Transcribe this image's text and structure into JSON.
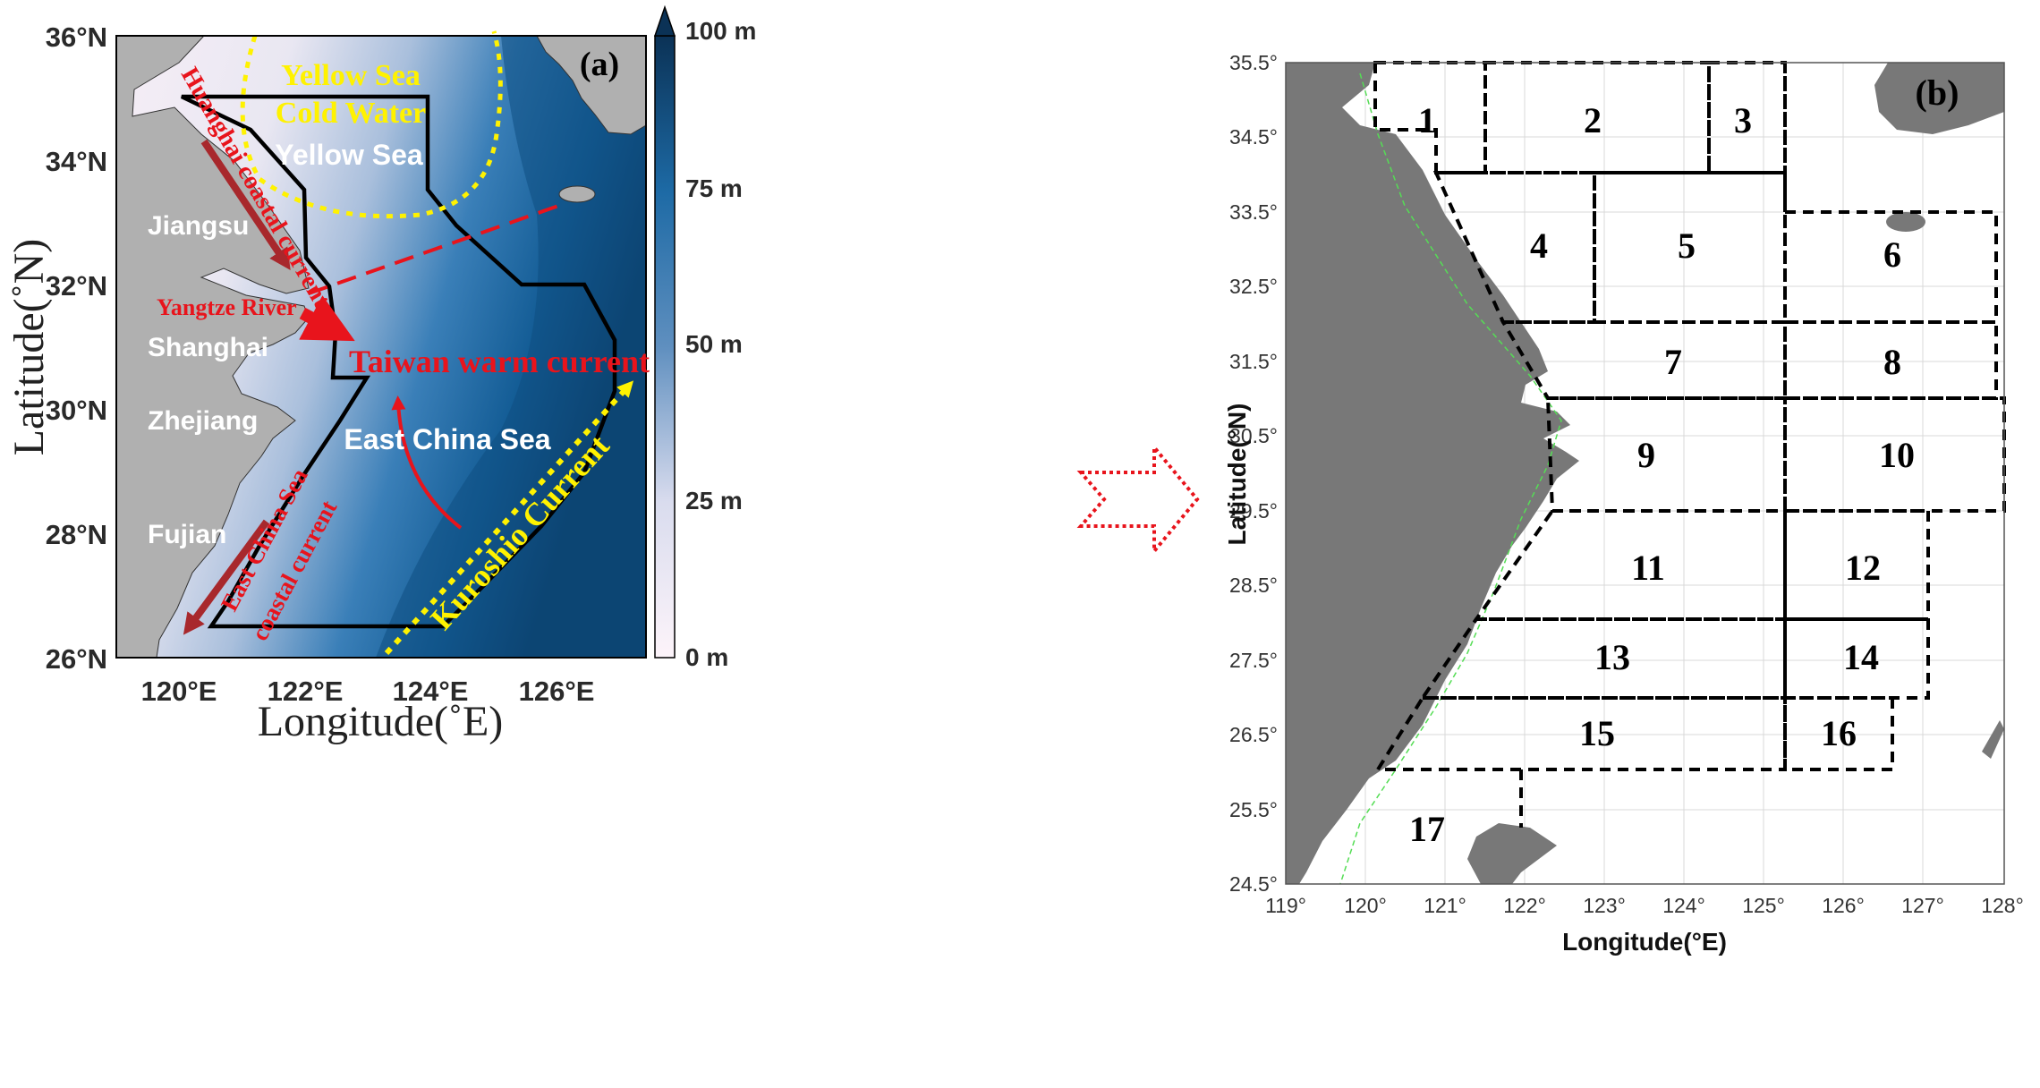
{
  "panel_a": {
    "label": "(a)",
    "x_axis_title": "Longitude(˚E)",
    "y_axis_title": "Latitude(˚N)",
    "lat_ticks": [
      "36°N",
      "34°N",
      "32°N",
      "30°N",
      "28°N",
      "26°N"
    ],
    "lon_ticks": [
      "120°E",
      "122°E",
      "124°E",
      "126°E"
    ],
    "colorbar": {
      "ticks": [
        "100 m",
        "75 m",
        "50 m",
        "25 m",
        "0 m"
      ],
      "colors": [
        "#0b3256",
        "#1d6aa5",
        "#5f8fbf",
        "#d9dcee",
        "#fdf4fa"
      ]
    },
    "regions": {
      "yellow_sea_cold_water_1": "Yellow Sea",
      "yellow_sea_cold_water_2": "Cold Water",
      "yellow_sea": "Yellow Sea",
      "east_china_sea": "East China Sea",
      "jiangsu": "Jiangsu",
      "shanghai": "Shanghai",
      "zhejiang": "Zhejiang",
      "fujian": "Fujian"
    },
    "currents": {
      "huanghai": "Huanghai coastal current",
      "yangtze": "Yangtze River",
      "taiwan": "Taiwan warm current",
      "kuroshio": "Kuroshio Current",
      "ecs_coastal_1": "East China Sea",
      "ecs_coastal_2": "coastal current"
    },
    "colors": {
      "land": "#b0b0b0",
      "outline": "#000000",
      "red": "#e8141c",
      "yellow": "#fff200"
    }
  },
  "panel_b": {
    "label": "(b)",
    "x_axis_title": "Longitude(°E)",
    "y_axis_title": "Latitude(°N)",
    "x_ticks": [
      "119°",
      "120°",
      "121°",
      "122°",
      "123°",
      "124°",
      "125°",
      "126°",
      "127°",
      "128°"
    ],
    "y_ticks": [
      "35.5°",
      "34.5°",
      "33.5°",
      "32.5°",
      "31.5°",
      "30.5°",
      "29.5°",
      "28.5°",
      "27.5°",
      "26.5°",
      "25.5°",
      "24.5°"
    ],
    "box_numbers": [
      "1",
      "2",
      "3",
      "4",
      "5",
      "6",
      "7",
      "8",
      "9",
      "10",
      "11",
      "12",
      "13",
      "14",
      "15",
      "16",
      "17"
    ],
    "colors": {
      "land": "#787878",
      "box": "#000000",
      "line": "#55dd55"
    }
  }
}
